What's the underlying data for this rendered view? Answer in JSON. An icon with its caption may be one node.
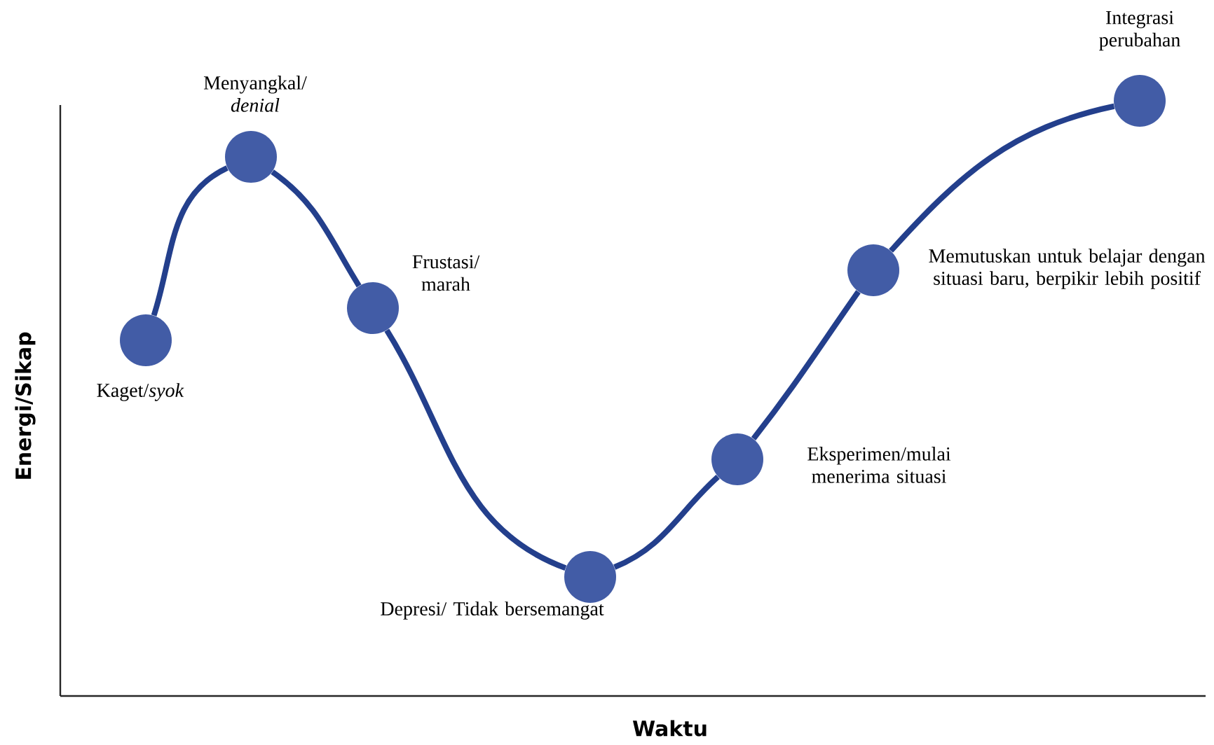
{
  "diagram": {
    "nodes": [
      {
        "text": [],
        "shape": "circle",
        "beside": [
          "Kaget/*syok*"
        ]
      },
      {
        "text": [],
        "shape": "circle",
        "beside": [
          "Menyangkal/ *denial*"
        ]
      },
      {
        "text": [],
        "shape": "circle",
        "beside": [
          "Frustasi/ marah"
        ]
      },
      {
        "text": [],
        "shape": "circle",
        "beside": [
          "Depresi/ Tidak bersemangat"
        ]
      },
      {
        "text": [],
        "shape": "circle",
        "beside": [
          "Eksperimen/mulai menerima situasi"
        ]
      },
      {
        "text": [],
        "shape": "circle",
        "beside": [
          "Memutuskan untuk belajar dengan situasi baru, berpikir lebih positif"
        ]
      },
      {
        "text": [],
        "shape": "circle",
        "beside": [
          "Integrasi perubahan"
        ]
      }
    ],
    "edges": [
      {
        "from": 0,
        "to": 1,
        "arrow": "none"
      },
      {
        "from": 1,
        "to": 2,
        "arrow": "none"
      },
      {
        "from": 2,
        "to": 3,
        "arrow": "none"
      },
      {
        "from": 3,
        "to": 4,
        "arrow": "none"
      },
      {
        "from": 4,
        "to": 5,
        "arrow": "none"
      },
      {
        "from": 5,
        "to": 6,
        "arrow": "none"
      }
    ],
    "labels": [
      "Energi/Sikap",
      "Waktu"
    ]
  }
}
